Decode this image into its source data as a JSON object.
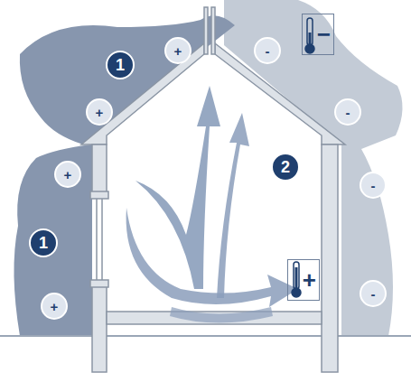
{
  "diagram": {
    "nodes": [
      {
        "text": [
          "1"
        ]
      },
      {
        "text": [
          "+"
        ]
      },
      {
        "text": [
          "-"
        ]
      },
      {
        "text": [
          "−"
        ]
      },
      {
        "text": [
          "-"
        ]
      },
      {
        "text": [
          "+"
        ]
      },
      {
        "text": [
          "2"
        ]
      },
      {
        "text": [
          "+"
        ]
      },
      {
        "text": [
          "-"
        ]
      },
      {
        "text": [
          "1"
        ]
      },
      {
        "text": [
          "+"
        ]
      },
      {
        "text": [
          "-"
        ]
      },
      {
        "text": [
          "+"
        ]
      }
    ]
  }
}
